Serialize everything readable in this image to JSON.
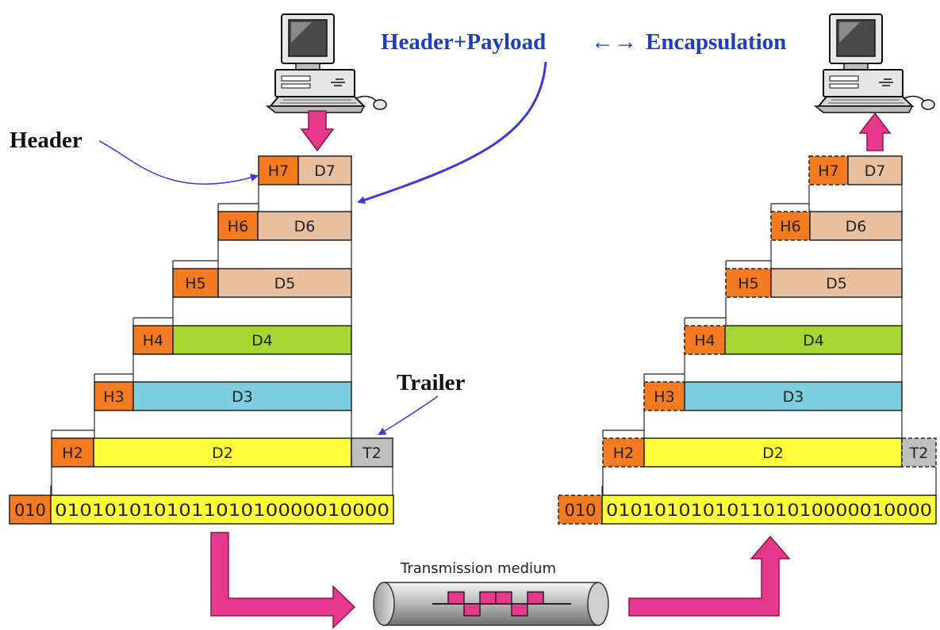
{
  "header_label": "Header",
  "trailer_label": "Trailer",
  "title_banner": {
    "left": "Header+Payload",
    "arrows": "←→",
    "right": "Encapsulation"
  },
  "medium_label": "Transmission medium",
  "layers": [
    {
      "header": "H7",
      "data": "D7"
    },
    {
      "header": "H6",
      "data": "D6"
    },
    {
      "header": "H5",
      "data": "D5"
    },
    {
      "header": "H4",
      "data": "D4"
    },
    {
      "header": "H3",
      "data": "D3"
    },
    {
      "header": "H2",
      "data": "D2",
      "trailer": "T2"
    }
  ],
  "physical": {
    "header": "010",
    "bits": "01010101010110101000001000O"
  },
  "colors": {
    "header": "#f47b20",
    "app_data": "#e8c0a0",
    "d4": "#a6d632",
    "d3": "#7dcfe0",
    "d2": "#ffff3c",
    "trailer": "#bfbfbf",
    "arrow": "#e6388c",
    "banner": "#1c3fb8",
    "pointer": "#3a3ad8"
  }
}
